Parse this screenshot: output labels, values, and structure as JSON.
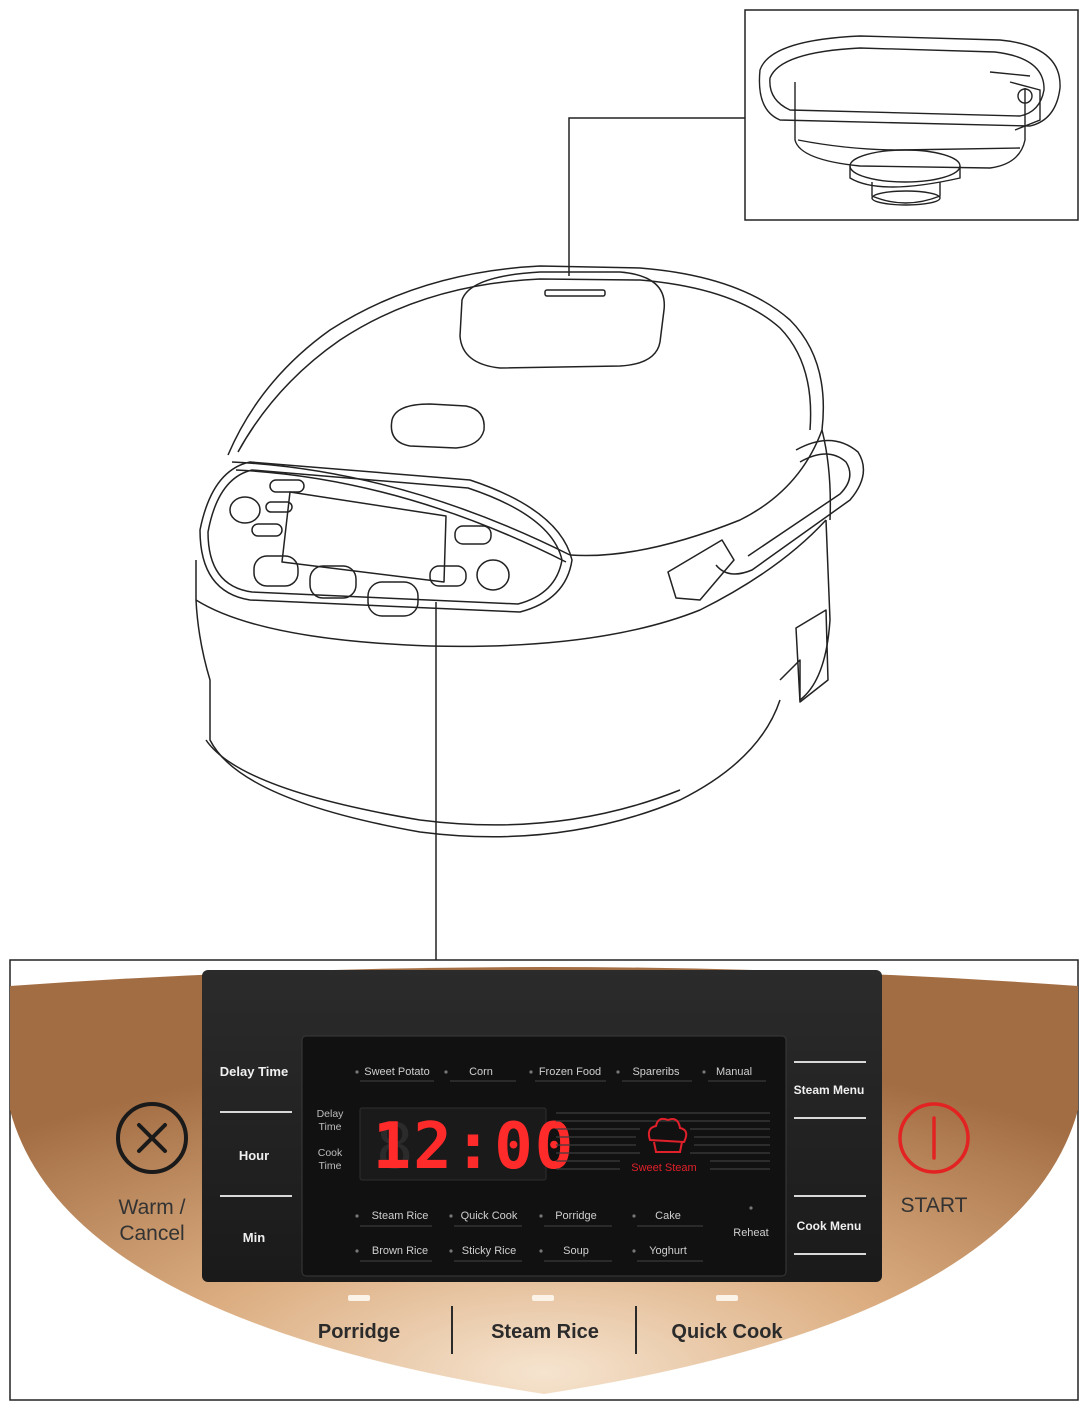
{
  "panel": {
    "left_keys": {
      "delay_time": "Delay Time",
      "hour": "Hour",
      "min": "Min"
    },
    "right_keys": {
      "steam_menu": "Steam Menu",
      "cook_menu": "Cook Menu"
    },
    "warm_cancel": {
      "line1": "Warm /",
      "line2": "Cancel"
    },
    "start": "START",
    "display": {
      "top_menu": [
        "Sweet Potato",
        "Corn",
        "Frozen Food",
        "Spareribs",
        "Manual"
      ],
      "delay_label": [
        "Delay",
        "Time"
      ],
      "cook_label": [
        "Cook",
        "Time"
      ],
      "time": "12:00",
      "sweet_steam": "Sweet Steam",
      "bottom_row1": [
        "Steam Rice",
        "Quick Cook",
        "Porridge",
        "Cake"
      ],
      "bottom_row2": [
        "Brown Rice",
        "Sticky Rice",
        "Soup",
        "Yoghurt"
      ],
      "reheat": "Reheat"
    },
    "quick_buttons": [
      "Porridge",
      "Steam Rice",
      "Quick Cook"
    ]
  },
  "colors": {
    "panel_gold": "#a9744a",
    "panel_light": "#f3dcc3",
    "display_bg": "#141414",
    "led_red": "#ff2a2a",
    "start_red": "#e32222"
  }
}
